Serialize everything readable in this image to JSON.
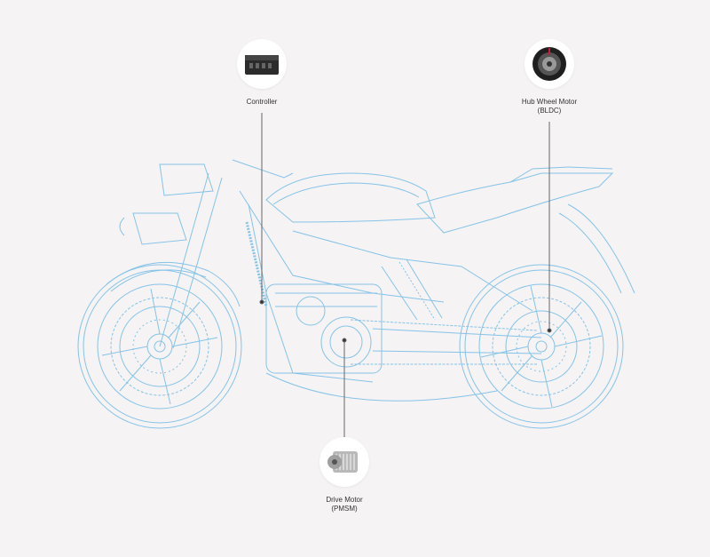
{
  "components": [
    {
      "id": "controller",
      "icon": "controller-icon",
      "lines": [
        "Controller"
      ]
    },
    {
      "id": "hub-motor",
      "icon": "hub-wheel-motor-icon",
      "lines": [
        "Hub Wheel Motor",
        "(BLDC)"
      ]
    },
    {
      "id": "drive-motor",
      "icon": "drive-motor-icon",
      "lines": [
        "Drive Motor",
        "(PMSM)"
      ]
    }
  ],
  "colors": {
    "background": "#f5f3f3",
    "blueprint": "#7fbfe6",
    "leader": "#555555",
    "label": "#333333"
  }
}
